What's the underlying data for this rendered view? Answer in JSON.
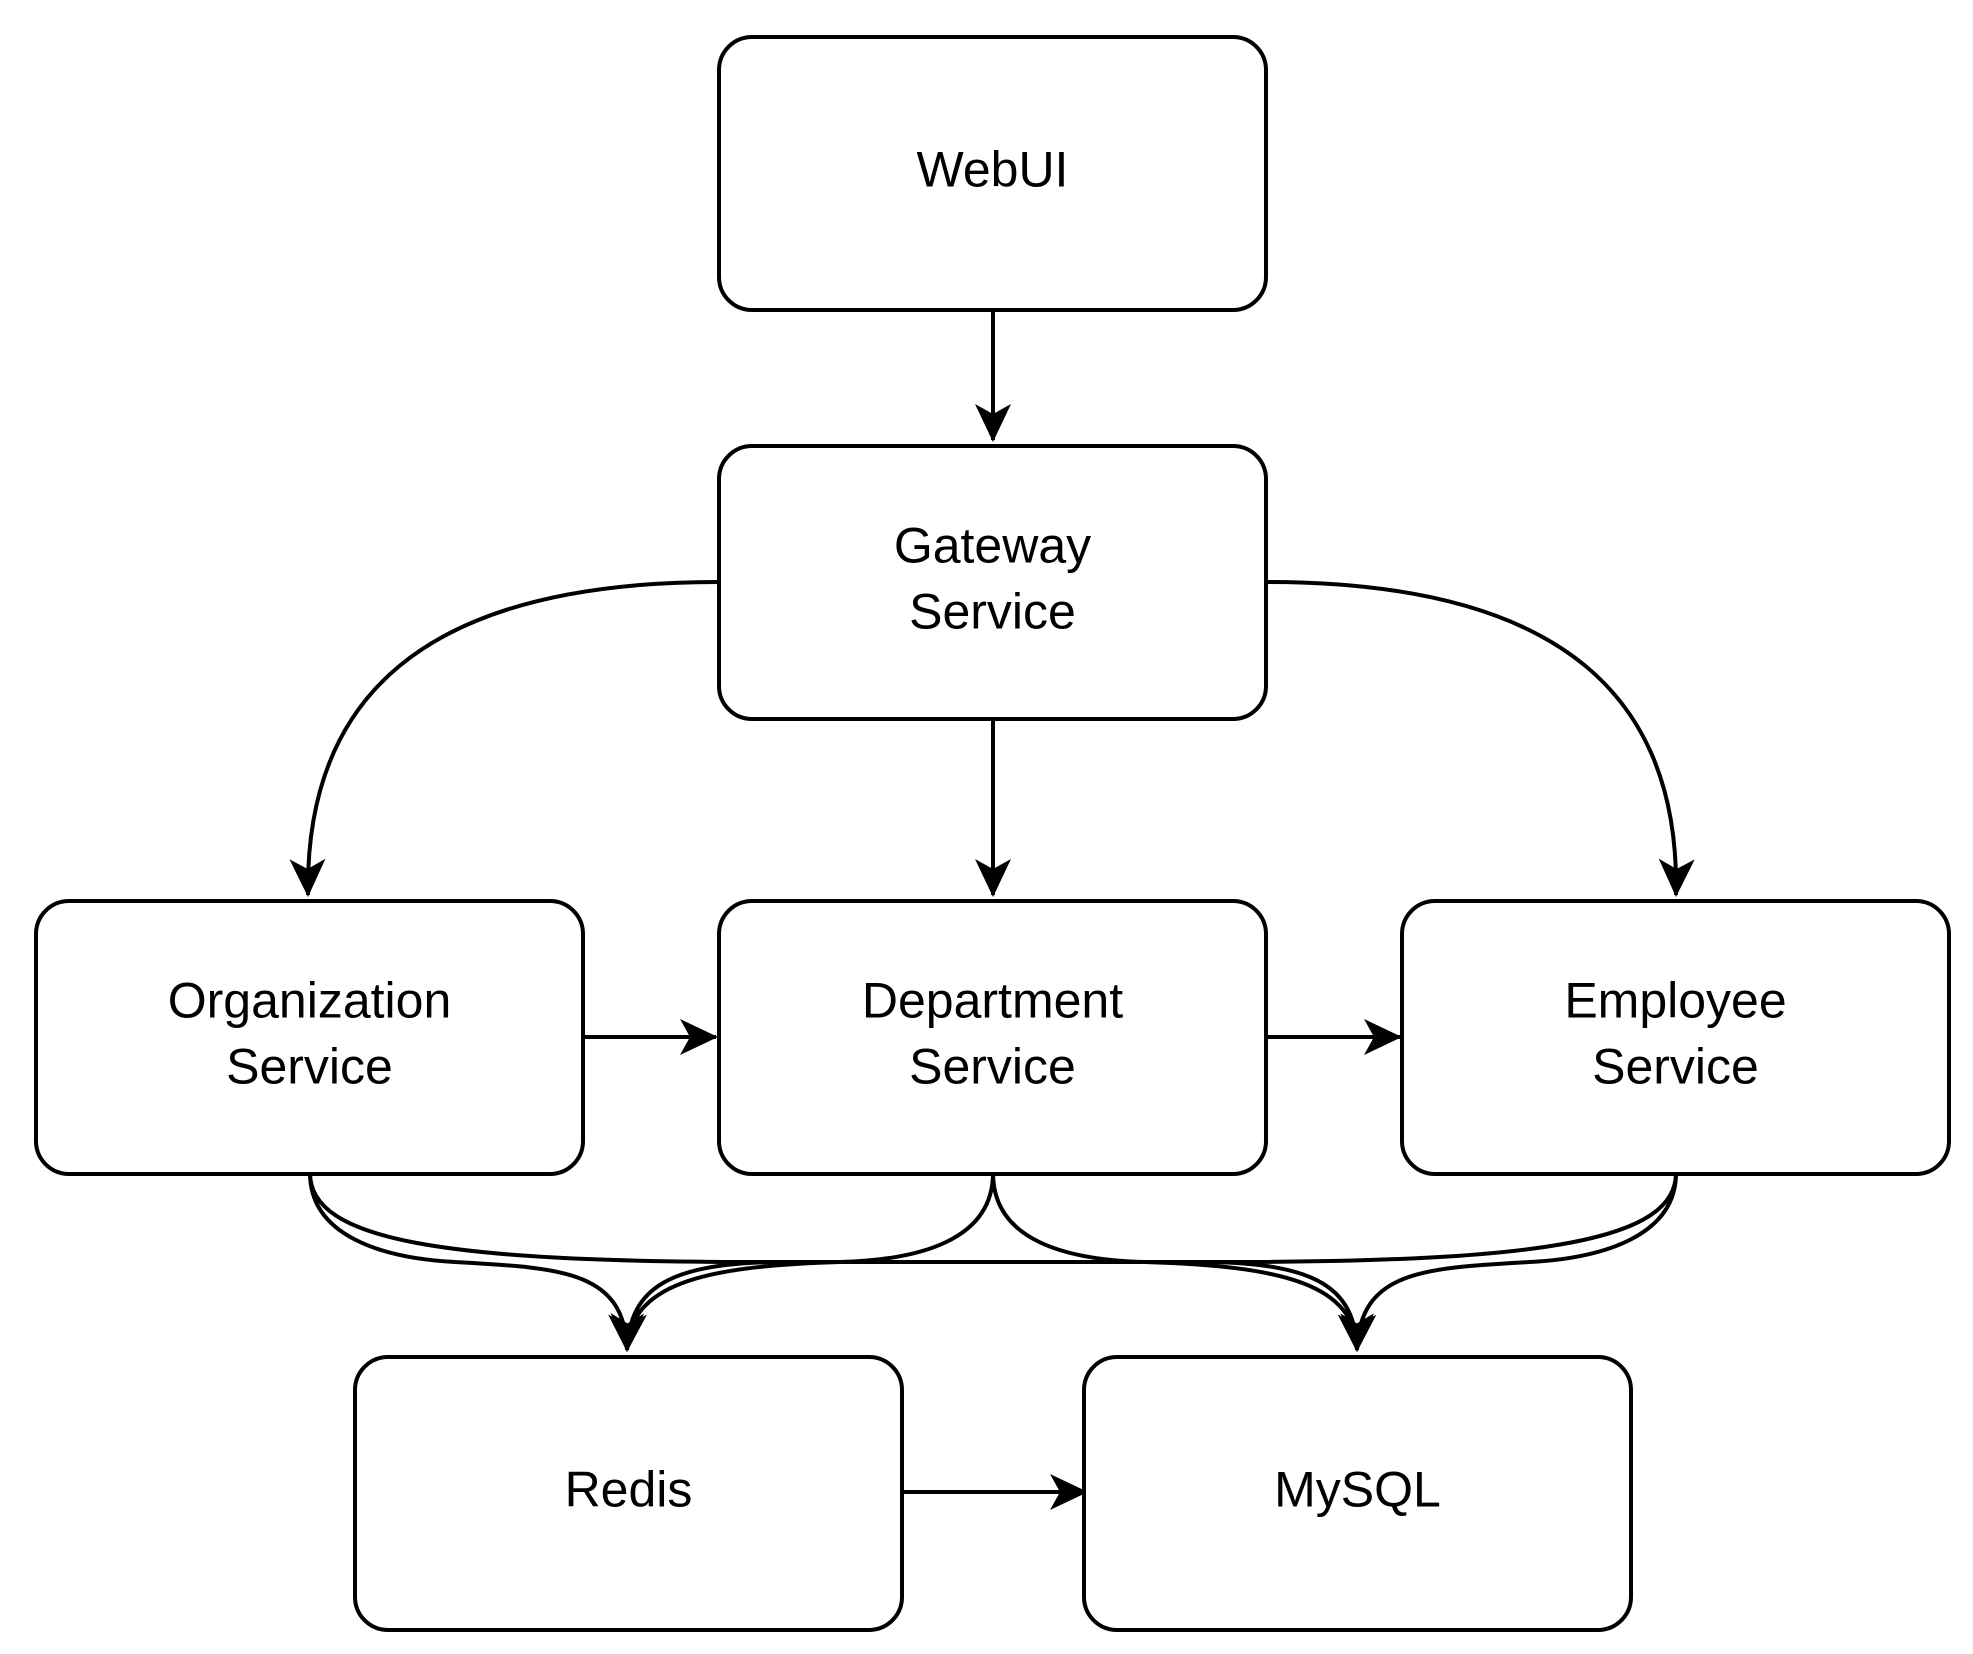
{
  "nodes": {
    "webui": {
      "lines": [
        "WebUI"
      ]
    },
    "gateway": {
      "lines": [
        "Gateway",
        "Service"
      ]
    },
    "organization": {
      "lines": [
        "Organization",
        "Service"
      ]
    },
    "department": {
      "lines": [
        "Department",
        "Service"
      ]
    },
    "employee": {
      "lines": [
        "Employee",
        "Service"
      ]
    },
    "redis": {
      "lines": [
        "Redis"
      ]
    },
    "mysql": {
      "lines": [
        "MySQL"
      ]
    }
  },
  "edges": [
    {
      "from": "webui",
      "to": "gateway"
    },
    {
      "from": "gateway",
      "to": "organization"
    },
    {
      "from": "gateway",
      "to": "department"
    },
    {
      "from": "gateway",
      "to": "employee"
    },
    {
      "from": "organization",
      "to": "department"
    },
    {
      "from": "department",
      "to": "employee"
    },
    {
      "from": "organization",
      "to": "redis"
    },
    {
      "from": "organization",
      "to": "mysql"
    },
    {
      "from": "department",
      "to": "redis"
    },
    {
      "from": "department",
      "to": "mysql"
    },
    {
      "from": "employee",
      "to": "redis"
    },
    {
      "from": "employee",
      "to": "mysql"
    },
    {
      "from": "redis",
      "to": "mysql"
    }
  ],
  "colors": {
    "stroke": "#000000",
    "fill": "#ffffff",
    "text": "#000000"
  }
}
